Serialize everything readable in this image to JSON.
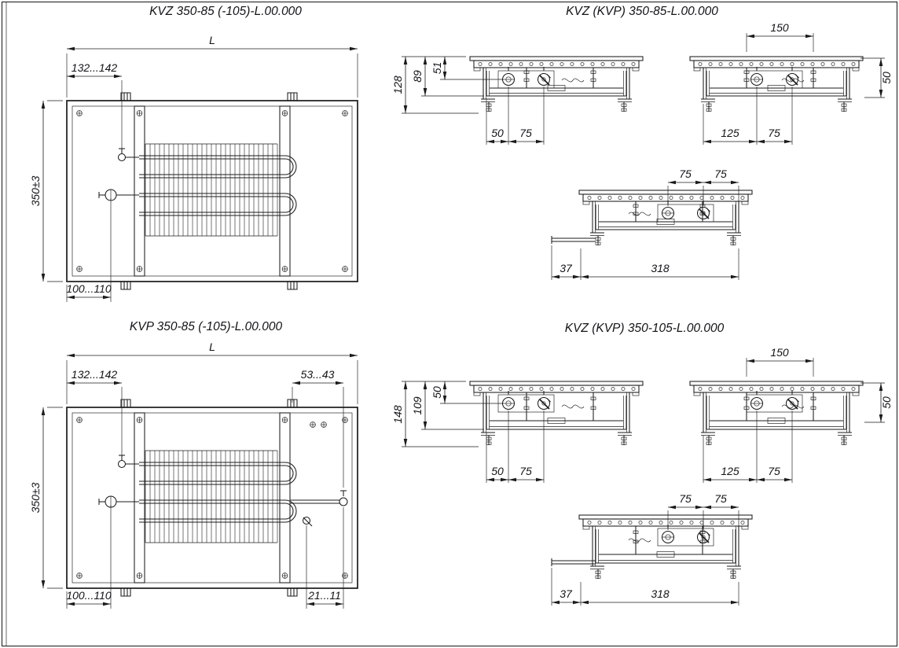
{
  "sheet": {
    "background": "#ffffff",
    "ink": "#1b1b1d"
  },
  "views": {
    "plan_kvz": {
      "title": "KVZ 350-85 (-105)-L.00.000",
      "dim_length": "L",
      "dim_inlet_offset": "132...142",
      "dim_width": "350±3",
      "dim_drain_offset": "100...110"
    },
    "sections_85": {
      "title": "KVZ (KVP) 350-85-L.00.000",
      "dim_total_height": "128",
      "dim_frame_height": "89",
      "dim_pipe_axis_height": "51",
      "dim_left_pipe_offset": "50",
      "dim_pipe_spacing": "75",
      "dim_hanger_span": "150",
      "dim_right_depth": "50",
      "dim_right_pipe_offset": "125",
      "dim_right_pipe_spacing": "75",
      "dim_bottom_spacing_a": "75",
      "dim_bottom_spacing_b": "75",
      "dim_foot_offset": "37",
      "dim_base_width": "318"
    },
    "plan_kvp": {
      "title": "KVP 350-85 (-105)-L.00.000",
      "dim_length": "L",
      "dim_inlet_offset": "132...142",
      "dim_outlet_offset": "53...43",
      "dim_width": "350±3",
      "dim_drain_offset": "100...110",
      "dim_drain_right_offset": "21...11"
    },
    "sections_105": {
      "title": "KVZ (KVP) 350-105-L.00.000",
      "dim_total_height": "148",
      "dim_frame_height": "109",
      "dim_pipe_axis_height": "50",
      "dim_left_pipe_offset": "50",
      "dim_pipe_spacing": "75",
      "dim_hanger_span": "150",
      "dim_right_depth": "50",
      "dim_right_pipe_offset": "125",
      "dim_right_pipe_spacing": "75",
      "dim_bottom_spacing_a": "75",
      "dim_bottom_spacing_b": "75",
      "dim_foot_offset": "37",
      "dim_base_width": "318"
    }
  }
}
